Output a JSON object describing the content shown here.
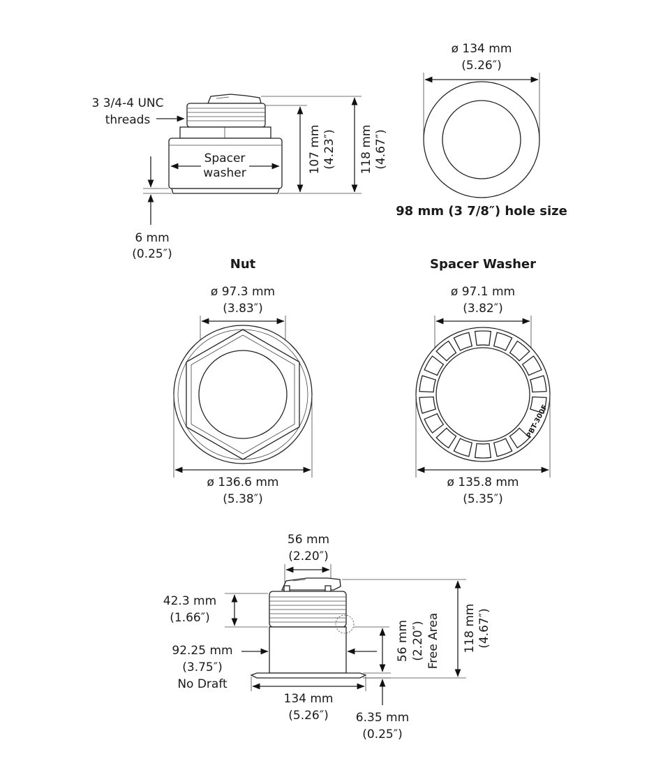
{
  "side_view": {
    "thread_label": [
      "3 3/4-4 UNC",
      "threads"
    ],
    "spacer_label": [
      "Spacer",
      "washer"
    ],
    "dim_107": [
      "107 mm",
      "(4.23″)"
    ],
    "dim_118": [
      "118 mm",
      "(4.67″)"
    ],
    "dim_6": [
      "6 mm",
      "(0.25″)"
    ]
  },
  "top_view": {
    "dim_134": [
      "ø 134 mm",
      "(5.26″)"
    ],
    "hole_size": "98 mm (3 7/8″) hole size"
  },
  "nut": {
    "title": "Nut",
    "dim_inner": [
      "ø 97.3 mm",
      "(3.83″)"
    ],
    "dim_outer": [
      "ø 136.6 mm",
      "(5.38″)"
    ]
  },
  "spacer_washer": {
    "title": "Spacer Washer",
    "dim_inner": [
      "ø 97.1 mm",
      "(3.82″)"
    ],
    "dim_outer": [
      "ø 135.8 mm",
      "(5.35″)"
    ],
    "part_marking": "PBT-300F"
  },
  "bottom_view": {
    "dim_56_top": [
      "56 mm",
      "(2.20″)"
    ],
    "dim_42": [
      "42.3 mm",
      "(1.66″)"
    ],
    "dim_92": [
      "92.25 mm",
      "(3.75″)",
      "No Draft"
    ],
    "dim_134": [
      "134 mm",
      "(5.26″)"
    ],
    "dim_635": [
      "6.35 mm",
      "(0.25″)"
    ],
    "dim_56_side": [
      "56 mm",
      "(2.20″)",
      "Free Area"
    ],
    "dim_118": [
      "118 mm",
      "(4.67″)"
    ]
  }
}
